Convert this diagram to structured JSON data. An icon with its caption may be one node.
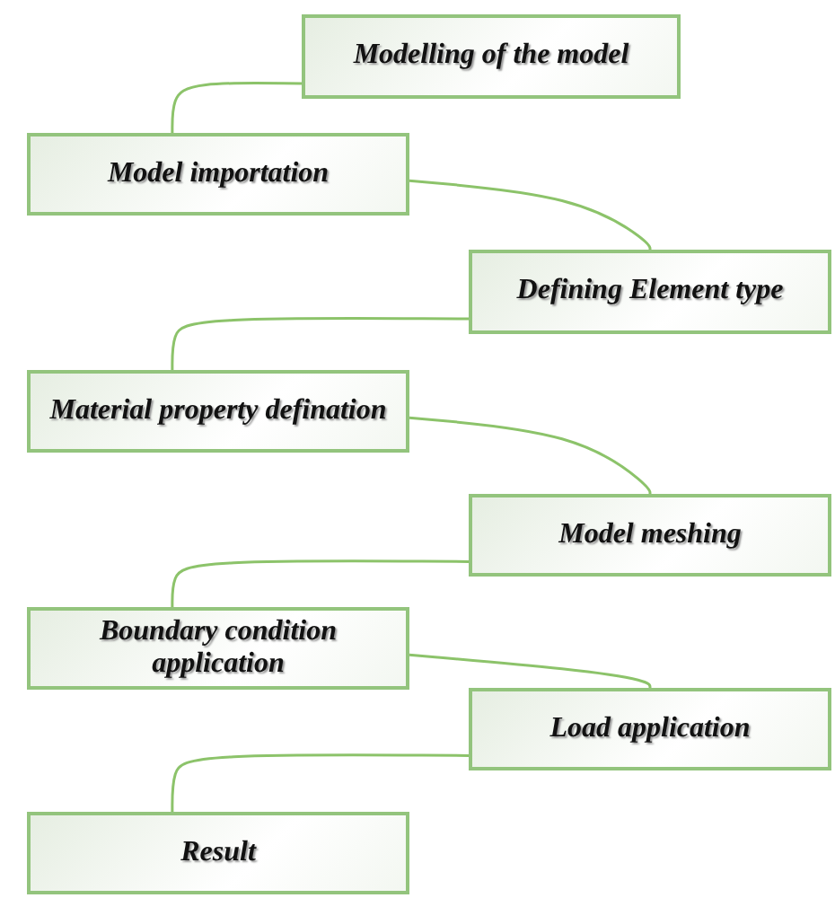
{
  "diagram": {
    "nodes": [
      {
        "text": [
          "Modelling of the model"
        ]
      },
      {
        "text": [
          "Model importation"
        ]
      },
      {
        "text": [
          "Defining Element type"
        ]
      },
      {
        "text": [
          "Material property defination"
        ]
      },
      {
        "text": [
          "Model meshing"
        ]
      },
      {
        "text": [
          "Boundary condition application"
        ]
      },
      {
        "text": [
          "Load application"
        ]
      },
      {
        "text": [
          "Result"
        ]
      }
    ],
    "edges": [
      {
        "from": 0,
        "to": 1,
        "arrow": "none"
      },
      {
        "from": 1,
        "to": 2,
        "arrow": "none"
      },
      {
        "from": 2,
        "to": 3,
        "arrow": "none"
      },
      {
        "from": 3,
        "to": 4,
        "arrow": "none"
      },
      {
        "from": 4,
        "to": 5,
        "arrow": "none"
      },
      {
        "from": 5,
        "to": 6,
        "arrow": "none"
      },
      {
        "from": 6,
        "to": 7,
        "arrow": "none"
      }
    ]
  }
}
